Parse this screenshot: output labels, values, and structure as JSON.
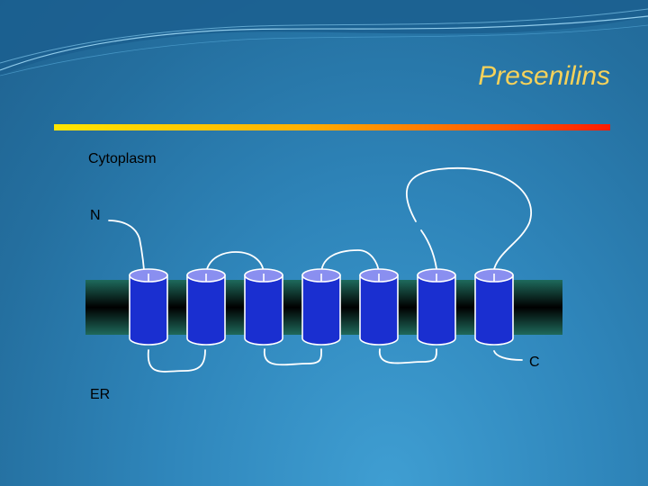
{
  "slide": {
    "title": "Presenilins",
    "labels": {
      "cytoplasm": "Cytoplasm",
      "n_terminus": "N",
      "c_terminus": "C",
      "er": "ER"
    }
  },
  "colors": {
    "title": "#f6d25a",
    "helix_body": "#1a2fd0",
    "helix_top": "#8a8ff0",
    "membrane_mid": "#000000",
    "membrane_edge": "#1e6a5c",
    "loop": "#ffffff"
  },
  "diagram": {
    "transmembrane_helices": 7
  }
}
